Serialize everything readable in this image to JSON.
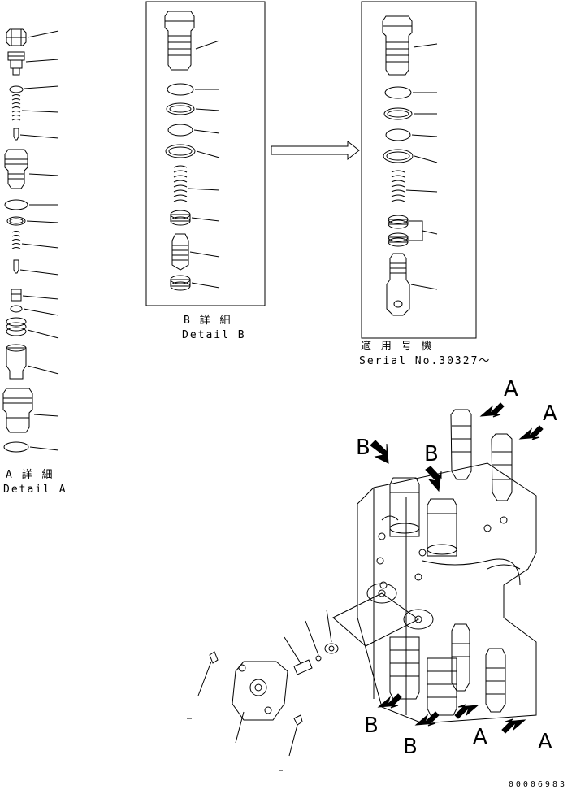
{
  "detail_a": {
    "title": "A 詳 細",
    "title_en": "Detail A"
  },
  "detail_b": {
    "title": "B 詳 細",
    "title_en": "Detail B"
  },
  "serial_box": {
    "title": "適 用 号 機",
    "serial": "Serial No.30327～"
  },
  "view_letters": {
    "a": "A",
    "b": "B"
  },
  "drawing_code": "00006983",
  "icons": [
    "arrow-right-icon",
    "view-arrow-icon"
  ]
}
